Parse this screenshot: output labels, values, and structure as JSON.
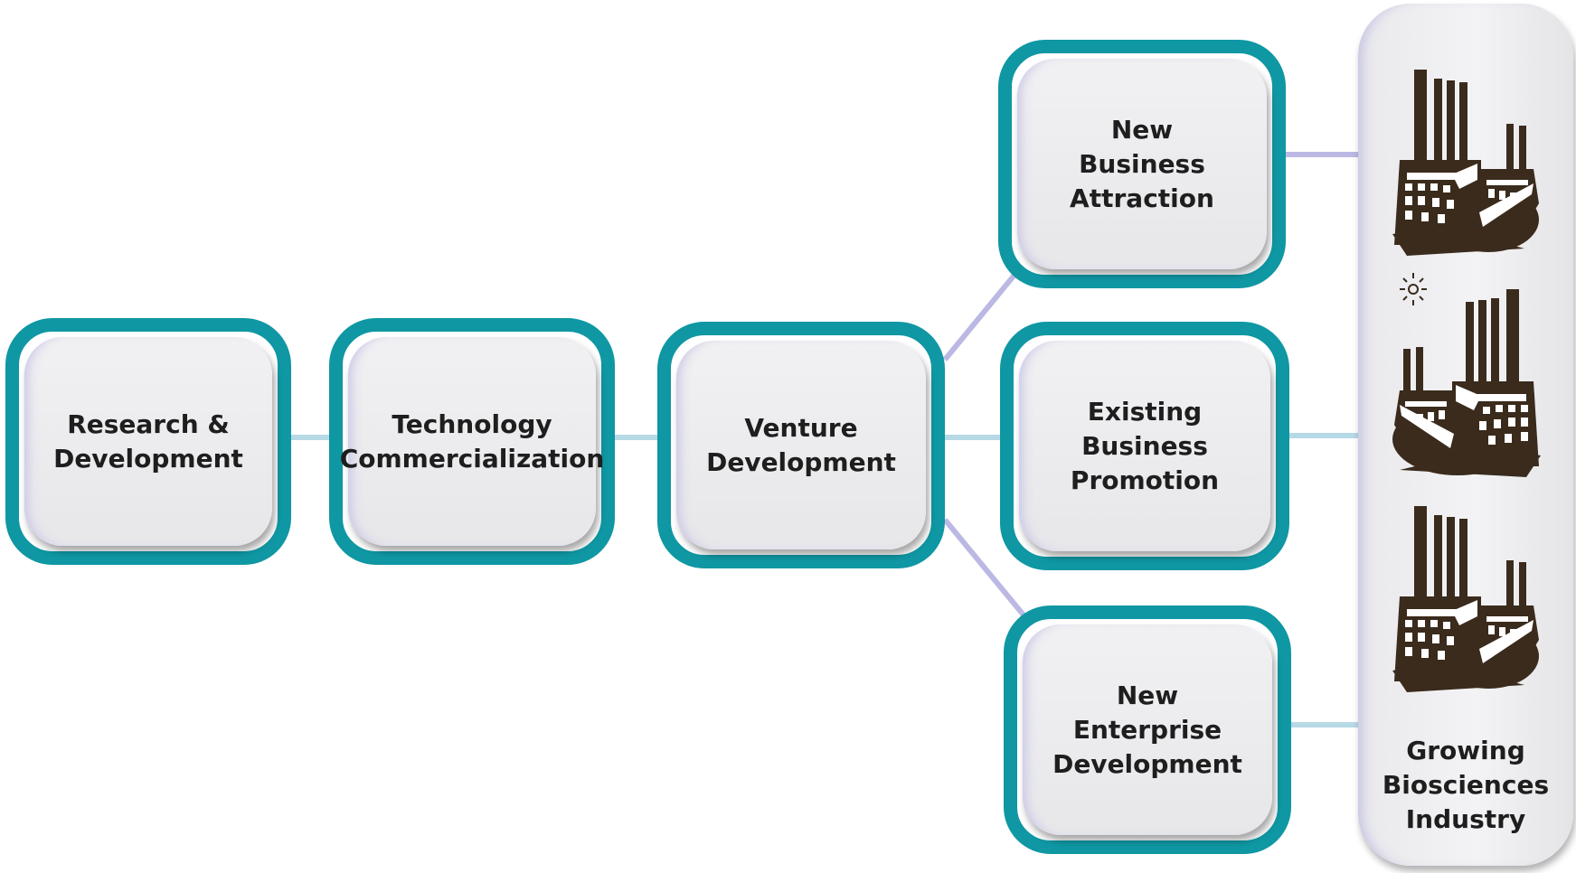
{
  "diagram": {
    "nodes": [
      {
        "id": "research",
        "label": "Research &\nDevelopment"
      },
      {
        "id": "tech",
        "label": "Technology\nCommercialization"
      },
      {
        "id": "venture",
        "label": "Venture\nDevelopment"
      },
      {
        "id": "attraction",
        "label": "New\nBusiness\nAttraction"
      },
      {
        "id": "promotion",
        "label": "Existing\nBusiness\nPromotion"
      },
      {
        "id": "enterprise",
        "label": "New\nEnterprise\nDevelopment"
      }
    ],
    "industry": {
      "label": "Growing\nBiosciences\nIndustry",
      "icon": "factory-icon",
      "icon_count": 3
    },
    "edges": [
      {
        "from": "research",
        "to": "tech"
      },
      {
        "from": "tech",
        "to": "venture"
      },
      {
        "from": "venture",
        "to": "attraction"
      },
      {
        "from": "venture",
        "to": "promotion"
      },
      {
        "from": "venture",
        "to": "enterprise"
      },
      {
        "from": "attraction",
        "to": "industry"
      },
      {
        "from": "promotion",
        "to": "industry"
      },
      {
        "from": "enterprise",
        "to": "industry"
      }
    ],
    "colors": {
      "node_border": "#0f97a3",
      "node_fill": "#ececef",
      "connector": "#b8b5e0",
      "connector_highlight": "#a6e4ea",
      "factory": "#3a2b1c"
    }
  }
}
